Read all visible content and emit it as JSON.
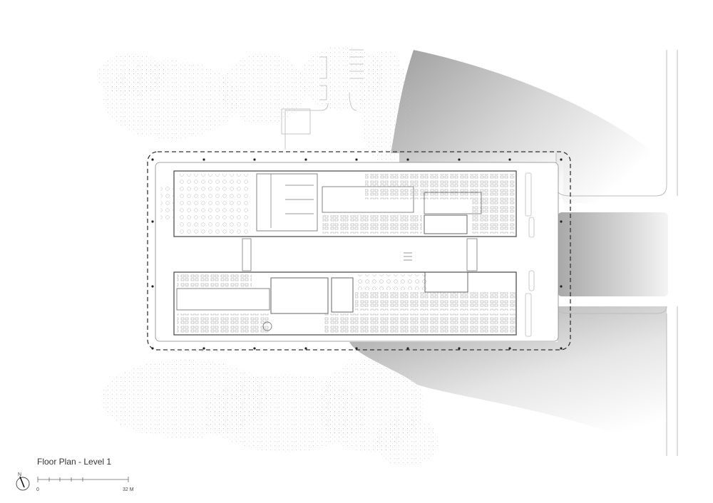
{
  "drawing": {
    "title": "Floor Plan - Level 1",
    "north_label": "N",
    "scale_bar": {
      "start_label": "0",
      "end_label": "32 M",
      "ticks": 5
    }
  },
  "colors": {
    "background": "#ffffff",
    "line": "#555555",
    "dashed_outline": "#333333",
    "landscape": "#c8c8c8",
    "shadow_dark": "#a9a9a9",
    "shadow_light": "#ffffff"
  },
  "plan": {
    "wings": [
      "north-wing",
      "south-wing"
    ],
    "central_courtyard": true,
    "east_road": true
  }
}
